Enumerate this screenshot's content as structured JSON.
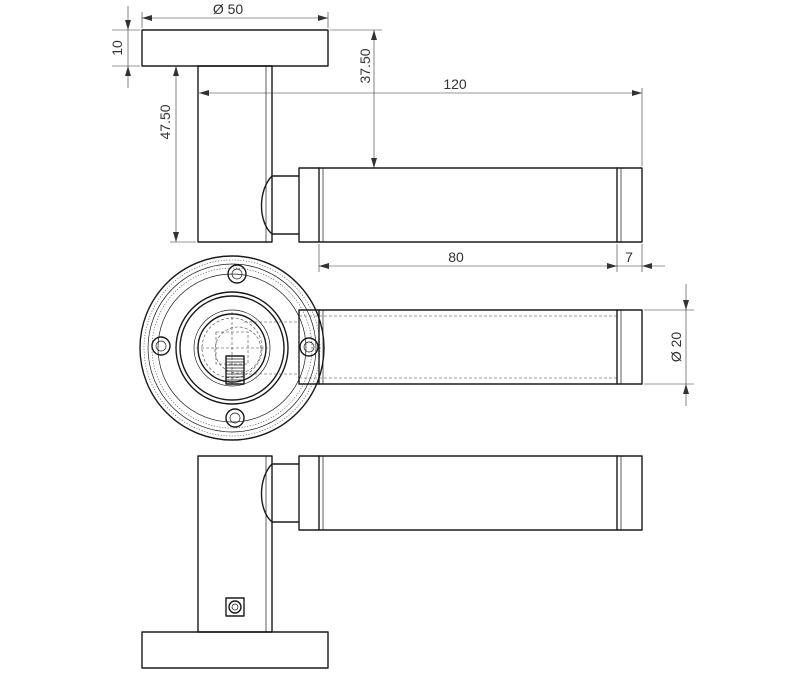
{
  "dimensions": {
    "rose_diameter": "Ø 50",
    "rose_thickness": "10",
    "projection": "37.50",
    "overall_length": "120",
    "neck_height": "47.50",
    "grip_length": "80",
    "end_cap_length": "7",
    "grip_diameter": "Ø 20"
  }
}
